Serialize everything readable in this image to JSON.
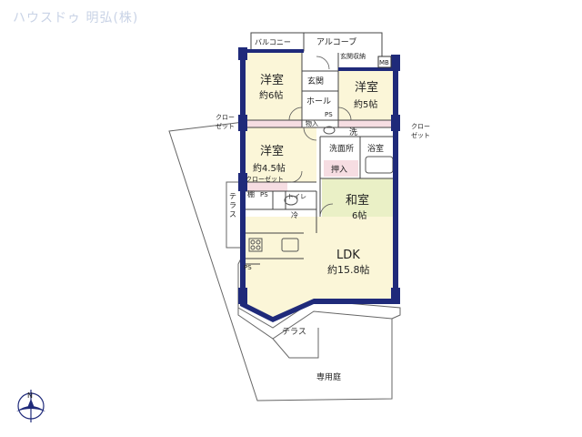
{
  "watermark": "ハウスドゥ 明弘(株)",
  "colors": {
    "wall": "#1f2a7a",
    "room_fill": "#fbf6d8",
    "tatami_fill": "#eaf0c6",
    "closet_fill": "#f6dde2",
    "terrace_line": "#666666"
  },
  "labels": {
    "balcony": "バルコニー",
    "alcove": "アルコーブ",
    "entrance_storage": "玄関収納",
    "mb": "MB",
    "room1_name": "洋室",
    "room1_size": "約6帖",
    "genkan": "玄関",
    "hall": "ホール",
    "ps_hall": "PS",
    "room2_name": "洋室",
    "room2_size": "約5帖",
    "closet_left": [
      "クロー",
      "ゼット"
    ],
    "closet_right": [
      "クロー",
      "ゼット"
    ],
    "storage": "物入",
    "wash": "洗",
    "washroom": "洗面所",
    "bathroom": "浴室",
    "room3_name": "洋室",
    "room3_size": "約4.5帖",
    "closet3": "クローゼット",
    "oshiire": "押入",
    "washitsu_name": "和室",
    "washitsu_size": "6帖",
    "tana": "棚",
    "ps_toilet": "PS",
    "toilet": "トイレ",
    "terrace_small": [
      "テ",
      "ラ",
      "ス"
    ],
    "fridge": "冷",
    "ldk_name": "LDK",
    "ldk_size": "約15.8帖",
    "ps_ldk": "PS",
    "terrace": "テラス",
    "private_garden": "専用庭",
    "compass_n": "N"
  }
}
